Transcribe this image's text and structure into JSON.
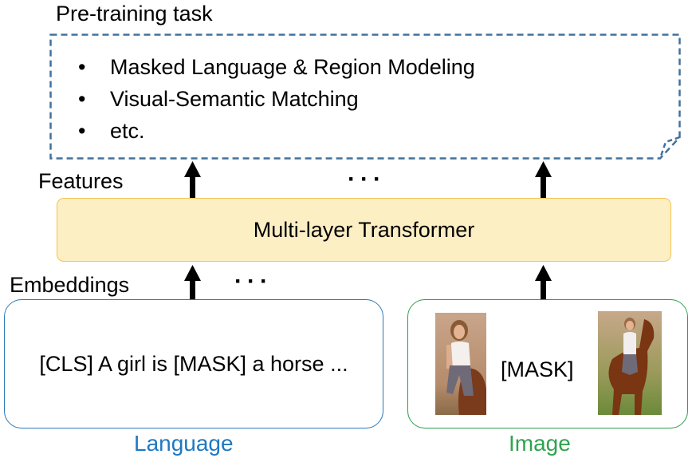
{
  "pretrain": {
    "title": "Pre-training task",
    "bullets": [
      "Masked Language & Region Modeling",
      "Visual-Semantic Matching",
      "etc."
    ],
    "bullet_glyph": "•"
  },
  "labels": {
    "features": "Features",
    "embeddings": "Embeddings",
    "ellipsis": "···"
  },
  "transformer": {
    "label": "Multi-layer Transformer"
  },
  "language": {
    "input_text": "[CLS] A girl is [MASK] a horse ...",
    "caption": "Language"
  },
  "image": {
    "mask_token": "[MASK]",
    "caption": "Image"
  },
  "colors": {
    "dashed_border": "#41719c",
    "transformer_fill": "#fdefc4",
    "transformer_border": "#f5c253",
    "language_accent": "#1f78c1",
    "image_accent": "#2fa350"
  }
}
